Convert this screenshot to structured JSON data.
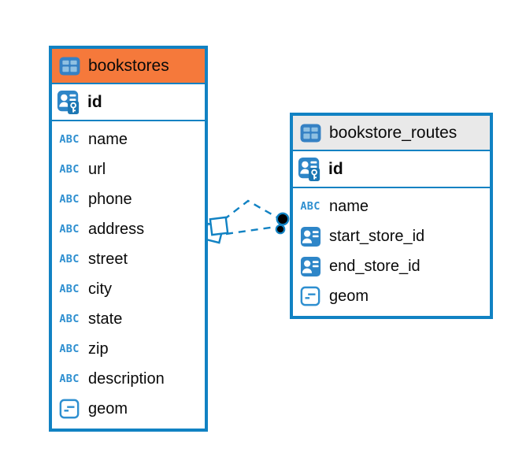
{
  "canvas": {
    "background": "#ffffff"
  },
  "colors": {
    "table_border": "#1182c3",
    "header_selected_orange": "#f5793b",
    "header_gray": "#e9e9e9",
    "icon_blue": "#2e86c8",
    "key_overlay_blue": "#1c77b4",
    "text_type_blue": "#2e8fd0",
    "connector_line": "#1182c3",
    "connector_dot": "#000000"
  },
  "icons": {
    "text_type_label": "ABC"
  },
  "tables": [
    {
      "name": "bookstores",
      "header_style": "orange-selected",
      "columns": [
        {
          "name": "id",
          "icon": "primary-key-icon",
          "emphasis": "bold"
        },
        {
          "name": "name",
          "icon": "text-type-icon"
        },
        {
          "name": "url",
          "icon": "text-type-icon"
        },
        {
          "name": "phone",
          "icon": "text-type-icon"
        },
        {
          "name": "address",
          "icon": "text-type-icon"
        },
        {
          "name": "street",
          "icon": "text-type-icon"
        },
        {
          "name": "city",
          "icon": "text-type-icon"
        },
        {
          "name": "state",
          "icon": "text-type-icon"
        },
        {
          "name": "zip",
          "icon": "text-type-icon"
        },
        {
          "name": "description",
          "icon": "text-type-icon"
        },
        {
          "name": "geom",
          "icon": "geometry-icon"
        }
      ]
    },
    {
      "name": "bookstore_routes",
      "header_style": "gray",
      "columns": [
        {
          "name": "id",
          "icon": "primary-key-icon",
          "emphasis": "bold"
        },
        {
          "name": "name",
          "icon": "text-type-icon"
        },
        {
          "name": "start_store_id",
          "icon": "foreign-key-icon"
        },
        {
          "name": "end_store_id",
          "icon": "foreign-key-icon"
        },
        {
          "name": "geom",
          "icon": "geometry-icon"
        }
      ]
    }
  ],
  "relationships": [
    {
      "from_table": "bookstores",
      "from_column": "id",
      "to_table": "bookstore_routes",
      "to_column": "start_store_id",
      "style": "dashed"
    },
    {
      "from_table": "bookstores",
      "from_column": "id",
      "to_table": "bookstore_routes",
      "to_column": "end_store_id",
      "style": "dashed"
    }
  ]
}
